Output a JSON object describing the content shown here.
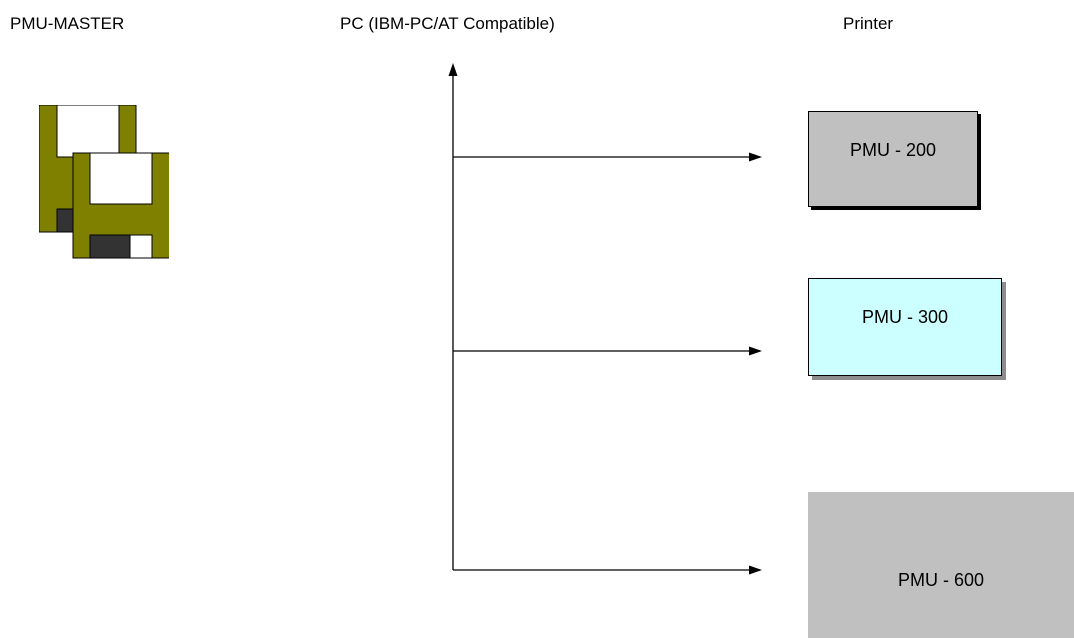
{
  "labels": {
    "master": "PMU-MASTER",
    "pc": "PC (IBM-PC/AT Compatible)",
    "printer": "Printer"
  },
  "printers": [
    {
      "label": "PMU - 200",
      "color": "#c0c0c0"
    },
    {
      "label": "PMU - 300",
      "color": "#ccffff"
    },
    {
      "label": "PMU - 600",
      "color": "#c0c0c0"
    }
  ],
  "icons": {
    "master": "floppy-disks-icon"
  },
  "colors": {
    "floppy_body": "#808000",
    "floppy_label": "#ffffff",
    "floppy_shutter": "#333333",
    "line": "#000000"
  }
}
